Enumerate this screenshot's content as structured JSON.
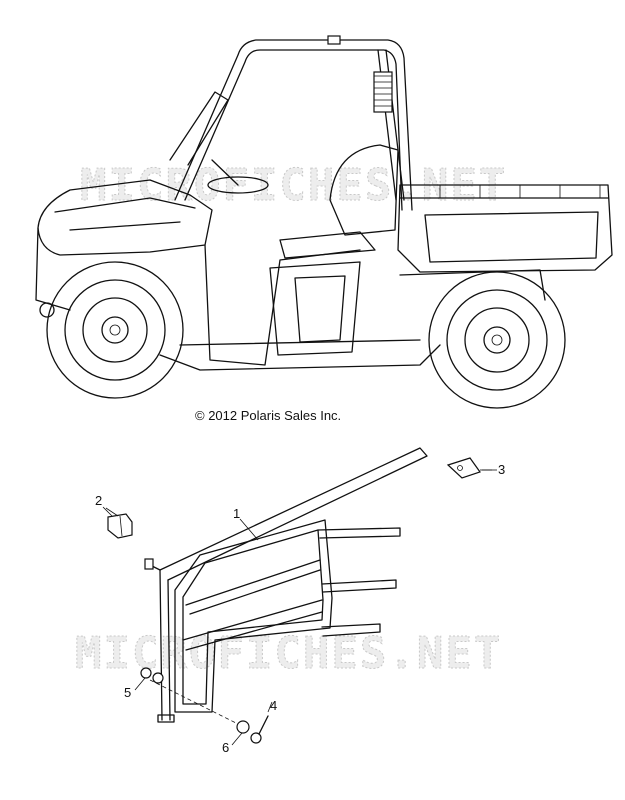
{
  "watermark": "MICROFICHES.NET",
  "copyright": "© 2012 Polaris Sales Inc.",
  "callouts": [
    "1",
    "2",
    "3",
    "4",
    "5",
    "6"
  ]
}
